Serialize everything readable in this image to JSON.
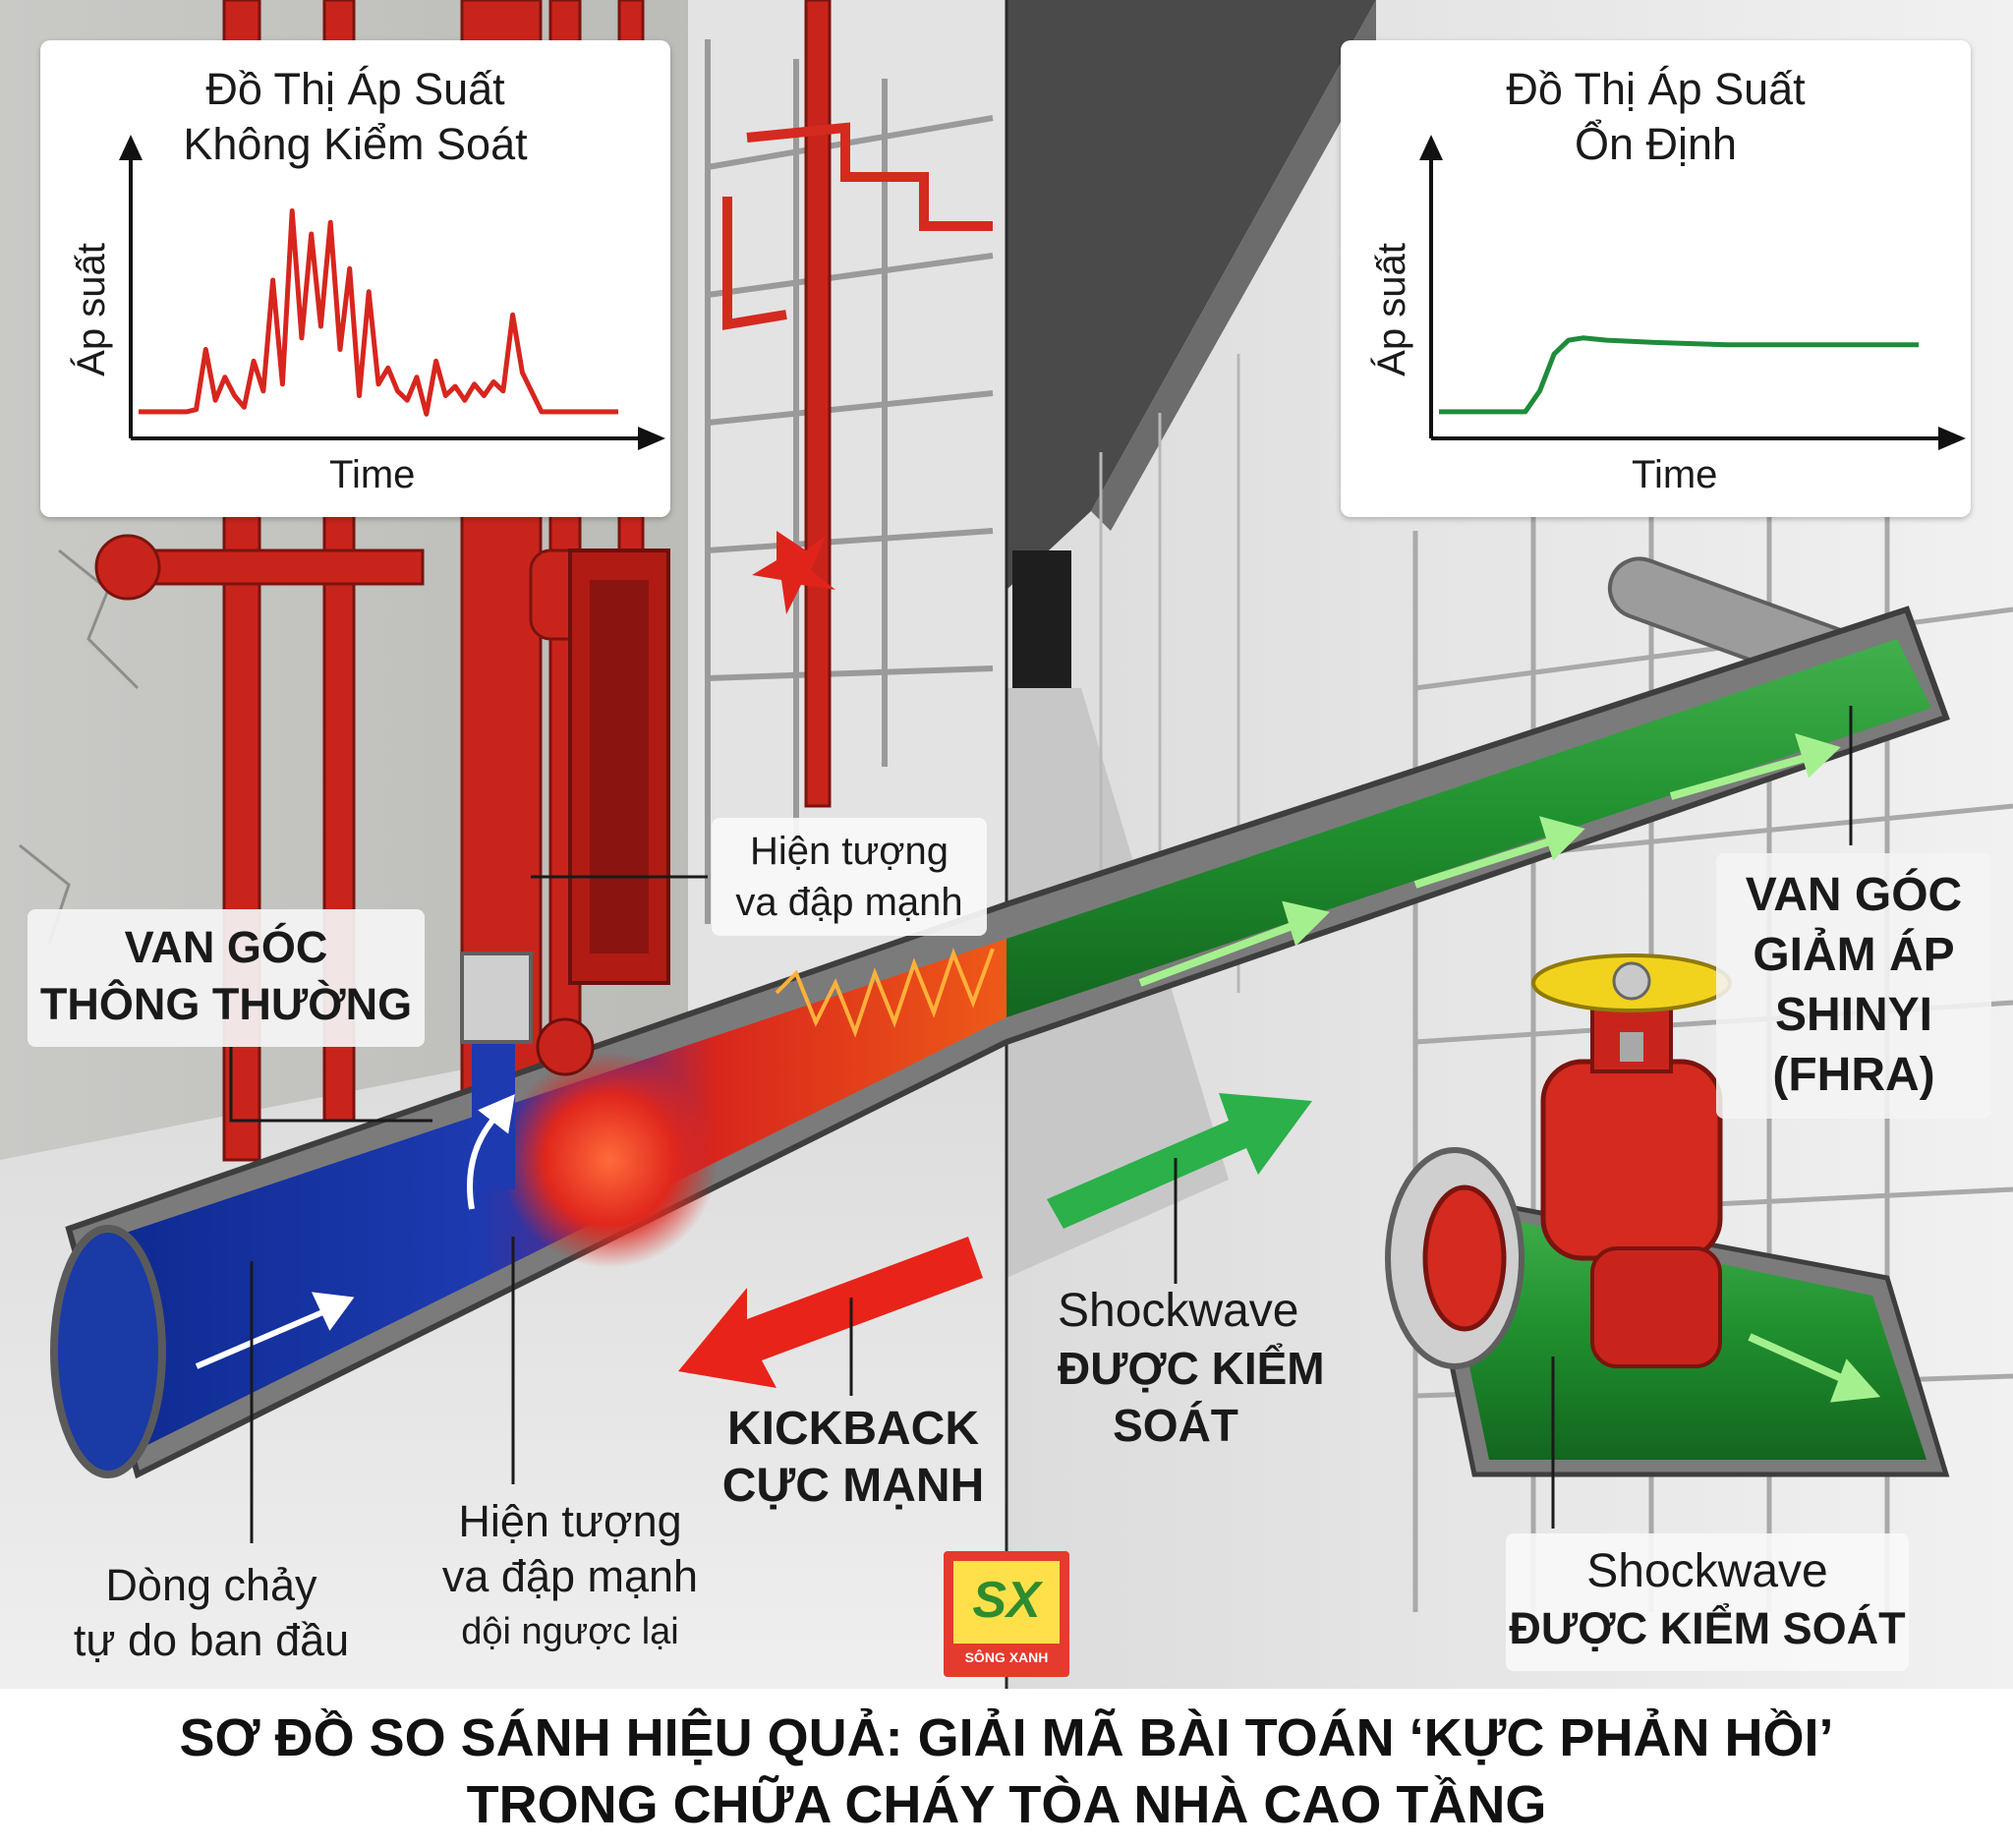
{
  "left_chart": {
    "title_line1": "Đồ Thị Áp Suất",
    "title_line2": "Không Kiểm Soát",
    "ylabel": "Áp suất",
    "xlabel": "Time"
  },
  "right_chart": {
    "title_line1": "Đồ Thị Áp Suất",
    "title_line2": "Ổn Định",
    "ylabel": "Áp suất",
    "xlabel": "Time"
  },
  "chart_data": [
    {
      "type": "line",
      "title": "Đồ Thị Áp Suất Không Kiểm Soát",
      "xlabel": "Time",
      "ylabel": "Áp suất",
      "series": [
        {
          "color": "#d7261e",
          "x": [
            0,
            5,
            10,
            12,
            14,
            16,
            18,
            20,
            22,
            24,
            26,
            28,
            30,
            32,
            34,
            36,
            38,
            40,
            42,
            44,
            46,
            48,
            50,
            52,
            54,
            56,
            58,
            60,
            62,
            64,
            66,
            68,
            70,
            72,
            74,
            76,
            78,
            80,
            84,
            88,
            100
          ],
          "values": [
            3,
            3,
            3,
            4,
            30,
            8,
            18,
            10,
            5,
            25,
            12,
            60,
            15,
            90,
            35,
            80,
            40,
            85,
            30,
            65,
            10,
            55,
            15,
            22,
            12,
            8,
            18,
            2,
            25,
            10,
            14,
            8,
            15,
            10,
            16,
            12,
            45,
            20,
            3,
            3,
            3
          ]
        }
      ]
    },
    {
      "type": "line",
      "title": "Đồ Thị Áp Suất Ổn Định",
      "xlabel": "Time",
      "ylabel": "Áp suất",
      "series": [
        {
          "color": "#1e8c3a",
          "x": [
            0,
            10,
            18,
            21,
            24,
            27,
            30,
            35,
            45,
            60,
            80,
            100
          ],
          "values": [
            3,
            3,
            3,
            12,
            28,
            34,
            35,
            34,
            33,
            32,
            32,
            32
          ]
        }
      ]
    }
  ],
  "callouts": {
    "hien_tuong_top_1": "Hiện tượng",
    "hien_tuong_top_2": "va đập mạnh",
    "van_goc_1": "VAN GÓC",
    "van_goc_2": "THÔNG THƯỜNG",
    "dong_chay_1": "Dòng chảy",
    "dong_chay_2": "tự do ban đầu",
    "va_dap_1": "Hiện tượng",
    "va_dap_2": "va đập mạnh",
    "va_dap_3": "dội ngược lại",
    "kickback_1": "KICKBACK",
    "kickback_2": "CỰC MẠNH",
    "shock_mid_1": "Shockwave",
    "shock_mid_2": "ĐƯỢC KIỂM",
    "shock_mid_3": "SOÁT",
    "van_shinyi_1": "VAN GÓC",
    "van_shinyi_2": "GIẢM ÁP",
    "van_shinyi_3": "SHINYI",
    "van_shinyi_4": "(FHRA)",
    "shock_right_1": "Shockwave",
    "shock_right_2": "ĐƯỢC KIỂM SOÁT"
  },
  "logo": {
    "mark": "SX",
    "name": "SÔNG XANH"
  },
  "footer": {
    "line1": "SƠ ĐỒ SO SÁNH HIỆU QUẢ: GIẢI MÃ BÀI TOÁN ‘KỰC PHẢN HỒI’",
    "line2": "TRONG CHỮA CHÁY TÒA NHÀ CAO TẦNG"
  }
}
